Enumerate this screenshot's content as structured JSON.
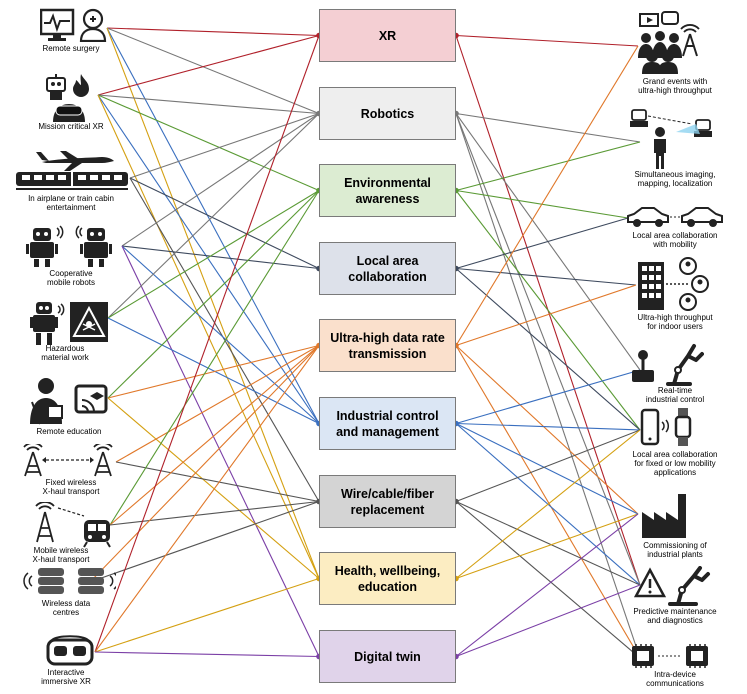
{
  "categories": [
    {
      "label": "XR",
      "color": "#f4cfd3",
      "dot": "#b0202a"
    },
    {
      "label": "Robotics",
      "color": "#eeeeee",
      "dot": "#777777"
    },
    {
      "label": "Environmental\nawareness",
      "color": "#dcecd2",
      "dot": "#5a9a35"
    },
    {
      "label": "Local area\ncollaboration",
      "color": "#dde1ea",
      "dot": "#3e4a5e"
    },
    {
      "label": "Ultra-high data rate\ntransmission",
      "color": "#fae0cc",
      "dot": "#e0782a"
    },
    {
      "label": "Industrial control\nand management",
      "color": "#dbe6f4",
      "dot": "#3a6fbf"
    },
    {
      "label": "Wire/cable/fiber\nreplacement",
      "color": "#d4d4d4",
      "dot": "#555555"
    },
    {
      "label": "Health, wellbeing,\neducation",
      "color": "#fcedc2",
      "dot": "#d4a012"
    },
    {
      "label": "Digital twin",
      "color": "#e0d3ea",
      "dot": "#7b3fa6"
    }
  ],
  "left_use_cases": [
    {
      "label": "Remote surgery",
      "icon": "monitor-medical-icon"
    },
    {
      "label": "Mission critical XR",
      "icon": "robot-fire-vr-icon"
    },
    {
      "label": "In airplane or train cabin\nentertainment",
      "icon": "airplane-train-icon"
    },
    {
      "label": "Cooperative\nmobile robots",
      "icon": "mobile-robots-icon"
    },
    {
      "label": "Hazardous\nmaterial work",
      "icon": "hazard-robot-icon"
    },
    {
      "label": "Remote education",
      "icon": "teacher-screen-icon"
    },
    {
      "label": "Fixed wireless\nX-haul transport",
      "icon": "antenna-pair-icon"
    },
    {
      "label": "Mobile wireless\nX-haul transport",
      "icon": "antenna-train-icon"
    },
    {
      "label": "Wireless data\ncentres",
      "icon": "server-racks-icon"
    },
    {
      "label": "Interactive\nimmersive XR",
      "icon": "vr-headset-icon"
    }
  ],
  "right_use_cases": [
    {
      "label": "Grand events with\nultra-high throughput",
      "icon": "crowd-event-icon"
    },
    {
      "label": "Simultaneous imaging,\nmapping, localization",
      "icon": "person-scan-icon"
    },
    {
      "label": "Local area collaboration\nwith mobility",
      "icon": "cars-icon"
    },
    {
      "label": "Ultra-high throughput\nfor indoor users",
      "icon": "building-users-icon"
    },
    {
      "label": "Real-time\nindustrial control",
      "icon": "joystick-arm-icon"
    },
    {
      "label": "Local area collaboration\nfor fixed or low mobility\napplications",
      "icon": "phone-watch-icon"
    },
    {
      "label": "Commissioning of\nindustrial plants",
      "icon": "factory-icon"
    },
    {
      "label": "Predictive maintenance\nand diagnostics",
      "icon": "warning-arm-icon"
    },
    {
      "label": "Intra-device\ncommunications",
      "icon": "chips-icon"
    }
  ],
  "left_links": [
    [
      0,
      0
    ],
    [
      0,
      1
    ],
    [
      0,
      5
    ],
    [
      0,
      7
    ],
    [
      1,
      0
    ],
    [
      1,
      1
    ],
    [
      1,
      2
    ],
    [
      1,
      5
    ],
    [
      1,
      7
    ],
    [
      2,
      1
    ],
    [
      2,
      3
    ],
    [
      2,
      6
    ],
    [
      3,
      1
    ],
    [
      3,
      3
    ],
    [
      3,
      5
    ],
    [
      3,
      8
    ],
    [
      4,
      1
    ],
    [
      4,
      2
    ],
    [
      4,
      5
    ],
    [
      5,
      2
    ],
    [
      5,
      4
    ],
    [
      5,
      7
    ],
    [
      6,
      4
    ],
    [
      6,
      6
    ],
    [
      7,
      2
    ],
    [
      7,
      4
    ],
    [
      7,
      6
    ],
    [
      8,
      4
    ],
    [
      8,
      6
    ],
    [
      9,
      0
    ],
    [
      9,
      4
    ],
    [
      9,
      7
    ],
    [
      9,
      8
    ]
  ],
  "right_links": [
    [
      0,
      0
    ],
    [
      0,
      7
    ],
    [
      1,
      1
    ],
    [
      1,
      4
    ],
    [
      1,
      7
    ],
    [
      1,
      8
    ],
    [
      2,
      1
    ],
    [
      2,
      2
    ],
    [
      2,
      5
    ],
    [
      3,
      2
    ],
    [
      3,
      3
    ],
    [
      3,
      5
    ],
    [
      4,
      0
    ],
    [
      4,
      3
    ],
    [
      4,
      6
    ],
    [
      4,
      8
    ],
    [
      5,
      4
    ],
    [
      5,
      5
    ],
    [
      5,
      6
    ],
    [
      5,
      7
    ],
    [
      6,
      5
    ],
    [
      6,
      7
    ],
    [
      6,
      8
    ],
    [
      7,
      5
    ],
    [
      7,
      6
    ],
    [
      8,
      6
    ],
    [
      8,
      7
    ]
  ]
}
